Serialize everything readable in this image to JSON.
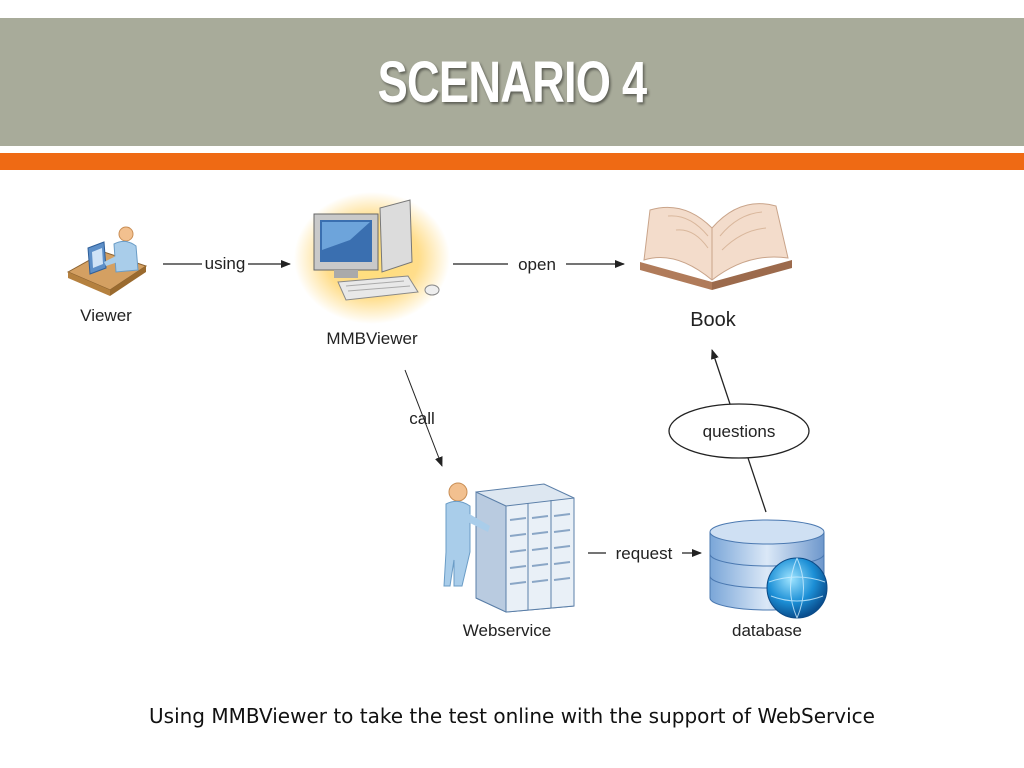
{
  "slide": {
    "title": "SCENARIO 4",
    "caption": "Using MMBViewer to take the test online with the support of WebService"
  },
  "colors": {
    "header": "#a8ab9a",
    "accent": "#ef6a14"
  },
  "diagram": {
    "nodes": {
      "viewer": {
        "label": "Viewer",
        "icon": "person-at-computer-icon"
      },
      "mmbviewer": {
        "label": "MMBViewer",
        "icon": "desktop-computer-icon"
      },
      "book": {
        "label": "Book",
        "icon": "open-book-icon"
      },
      "webservice": {
        "label": "Webservice",
        "icon": "server-rack-icon"
      },
      "database": {
        "label": "database",
        "icon": "database-globe-icon"
      },
      "questions": {
        "label": "questions"
      }
    },
    "edges": {
      "using": "using",
      "open": "open",
      "call": "call",
      "request": "request"
    }
  }
}
